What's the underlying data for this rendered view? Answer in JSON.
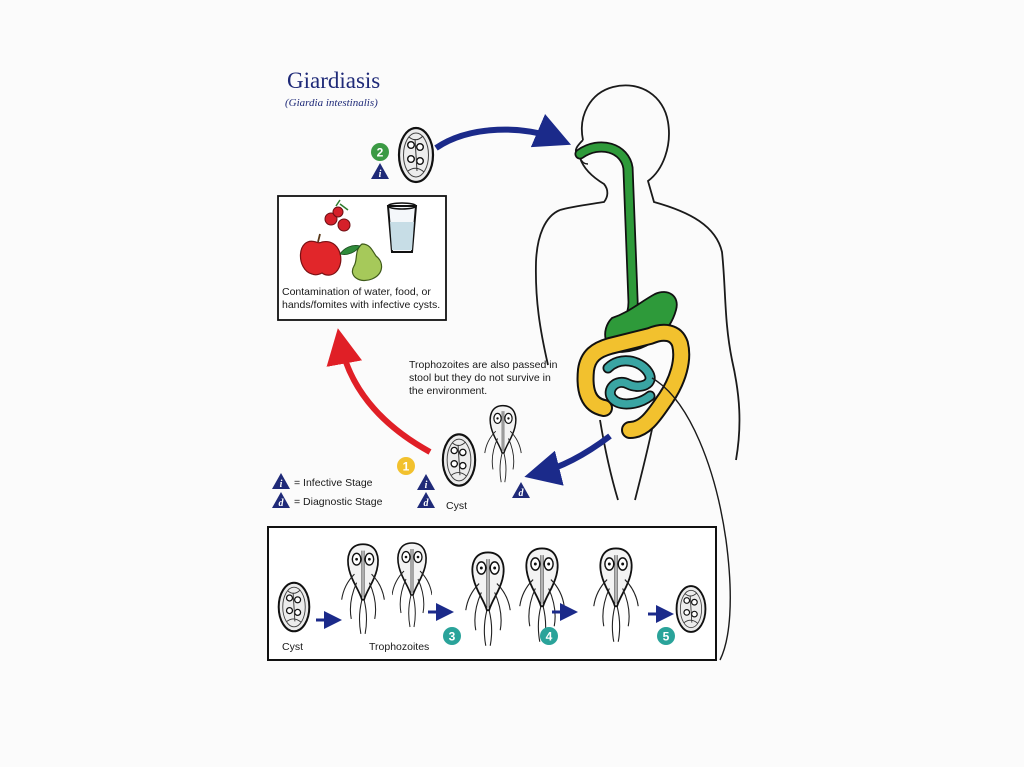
{
  "title": "Giardiasis",
  "subtitle": "(Giardia intestinalis)",
  "food_caption": "Contamination of water, food, or hands/fomites with infective cysts.",
  "trophozoite_note": "Trophozoites are also passed in stool but they do not survive in the environment.",
  "legend": {
    "infective_symbol": "i",
    "infective_label": "= Infective Stage",
    "diagnostic_symbol": "d",
    "diagnostic_label": "= Diagnostic Stage"
  },
  "steps": [
    "1",
    "2",
    "3",
    "4",
    "5"
  ],
  "labels": {
    "cyst_stool": "Cyst",
    "cyst_box": "Cyst",
    "trophozoites_box": "Trophozoites"
  },
  "colors": {
    "title": "#1f2a78",
    "arrow_blue": "#1b2a8a",
    "arrow_red": "#e01f26",
    "esophagus_green": "#2e9a3a",
    "colon_yellow": "#f2c12e",
    "intestine_teal": "#3aa5a3",
    "step1_yellow": "#f2c12e",
    "step2_green": "#3b9a44",
    "steps_teal": "#2aa39a",
    "stage_badge_navy": "#1f2a78"
  },
  "icons": [
    "raspberry-icon",
    "apple-icon",
    "pear-icon",
    "water-glass-icon",
    "cyst-icon",
    "trophozoite-icon",
    "human-silhouette-icon"
  ]
}
